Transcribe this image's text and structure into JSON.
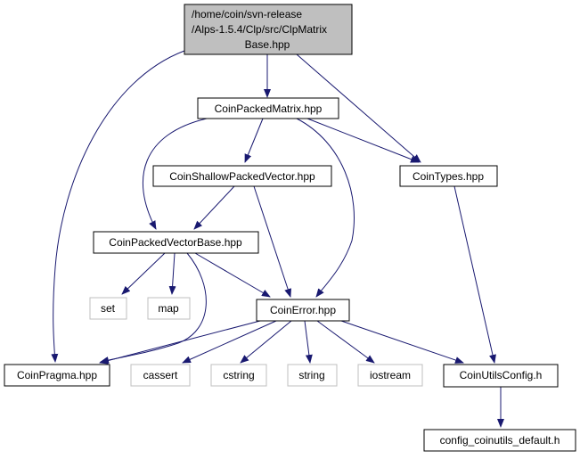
{
  "colors": {
    "edge": "#191970",
    "node_border": "#000000",
    "external_border": "#bfbfbf",
    "root_fill": "#bfbfbf",
    "node_fill": "#ffffff"
  },
  "nodes": {
    "root": {
      "lines": [
        "/home/coin/svn-release",
        "/Alps-1.5.4/Clp/src/ClpMatrix",
        "Base.hpp"
      ]
    },
    "coin_packed_matrix": {
      "label": "CoinPackedMatrix.hpp"
    },
    "coin_shallow_packed_vector": {
      "label": "CoinShallowPackedVector.hpp"
    },
    "coin_types": {
      "label": "CoinTypes.hpp"
    },
    "coin_packed_vector_base": {
      "label": "CoinPackedVectorBase.hpp"
    },
    "set": {
      "label": "set"
    },
    "map": {
      "label": "map"
    },
    "coin_error": {
      "label": "CoinError.hpp"
    },
    "coin_pragma": {
      "label": "CoinPragma.hpp"
    },
    "cassert": {
      "label": "cassert"
    },
    "cstring": {
      "label": "cstring"
    },
    "string": {
      "label": "string"
    },
    "iostream": {
      "label": "iostream"
    },
    "coin_utils_config": {
      "label": "CoinUtilsConfig.h"
    },
    "config_coinutils_default": {
      "label": "config_coinutils_default.h"
    }
  },
  "edges": [
    [
      "root",
      "coin_packed_matrix"
    ],
    [
      "root",
      "coin_types"
    ],
    [
      "root",
      "coin_pragma"
    ],
    [
      "coin_packed_matrix",
      "coin_shallow_packed_vector"
    ],
    [
      "coin_packed_matrix",
      "coin_packed_vector_base"
    ],
    [
      "coin_packed_matrix",
      "coin_types"
    ],
    [
      "coin_packed_matrix",
      "coin_error"
    ],
    [
      "coin_shallow_packed_vector",
      "coin_packed_vector_base"
    ],
    [
      "coin_shallow_packed_vector",
      "coin_error"
    ],
    [
      "coin_packed_vector_base",
      "set"
    ],
    [
      "coin_packed_vector_base",
      "map"
    ],
    [
      "coin_packed_vector_base",
      "coin_error"
    ],
    [
      "coin_packed_vector_base",
      "coin_pragma"
    ],
    [
      "coin_error",
      "coin_pragma"
    ],
    [
      "coin_error",
      "cassert"
    ],
    [
      "coin_error",
      "cstring"
    ],
    [
      "coin_error",
      "string"
    ],
    [
      "coin_error",
      "iostream"
    ],
    [
      "coin_error",
      "coin_utils_config"
    ],
    [
      "coin_types",
      "coin_utils_config"
    ],
    [
      "coin_utils_config",
      "config_coinutils_default"
    ]
  ]
}
